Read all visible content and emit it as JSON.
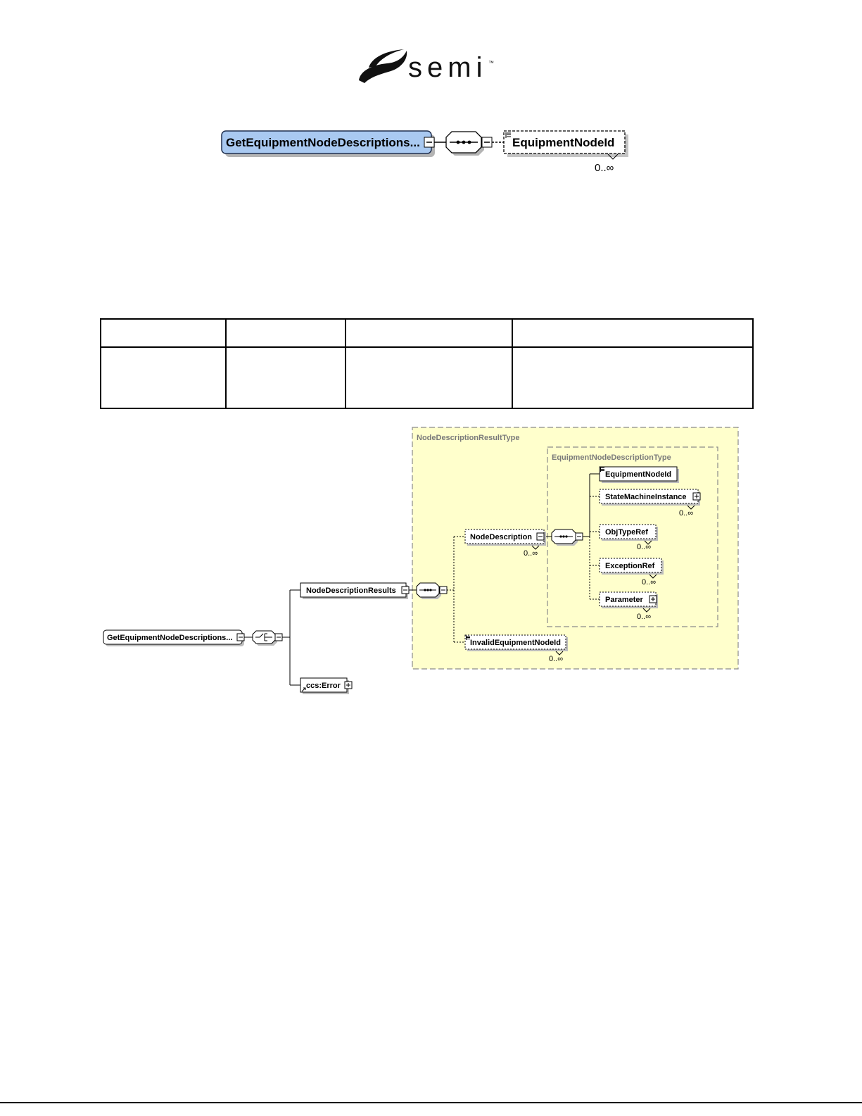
{
  "logo": {
    "wordmark": "semi",
    "trademark": "™"
  },
  "colors": {
    "root_element_fill": "#a9c9f1",
    "type_group_fill": "#ffffcc"
  },
  "top_diagram": {
    "root_element": "GetEquipmentNodeDescriptions...",
    "child_element": "EquipmentNodeId",
    "child_cardinality": "0..∞"
  },
  "table": {
    "header": [
      "",
      "",
      "",
      ""
    ],
    "rows": [
      [
        "",
        "",
        "",
        ""
      ]
    ]
  },
  "bottom_diagram": {
    "outer_type": "NodeDescriptionResultType",
    "inner_type": "EquipmentNodeDescriptionType",
    "root_element": "GetEquipmentNodeDescriptions...",
    "node_description_results": "NodeDescriptionResults",
    "node_description": {
      "label": "NodeDescription",
      "cardinality": "0..∞"
    },
    "equipment_node_id": {
      "label": "EquipmentNodeId"
    },
    "state_machine_instance": {
      "label": "StateMachineInstance",
      "cardinality": "0..∞"
    },
    "obj_type_ref": {
      "label": "ObjTypeRef",
      "cardinality": "0..∞"
    },
    "exception_ref": {
      "label": "ExceptionRef",
      "cardinality": "0..∞"
    },
    "parameter": {
      "label": "Parameter",
      "cardinality": "0..∞"
    },
    "invalid_equipment_node_id": {
      "label": "InvalidEquipmentNodeId",
      "cardinality": "0..∞"
    },
    "error": {
      "label": "ccs:Error"
    }
  }
}
